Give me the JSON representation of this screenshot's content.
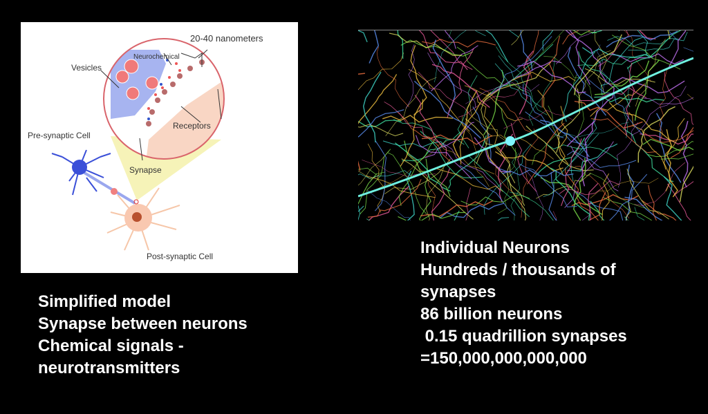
{
  "diagram": {
    "labels": {
      "nanometers": "20-40 nanometers",
      "neurochemical": "Neurochemical",
      "vesicles": "Vesicles",
      "receptors": "Receptors",
      "pre_synaptic": "Pre-synaptic Cell",
      "synapse": "Synapse",
      "post_synaptic": "Post-synaptic Cell"
    }
  },
  "left_caption": [
    "Simplified model",
    "Synapse between neurons",
    "Chemical signals -",
    "neurotransmitters"
  ],
  "right_caption": [
    "Individual Neurons",
    "Hundreds / thousands of",
    "synapses",
    "86 billion neurons",
    " 0.15 quadrillion synapses",
    "=150,000,000,000,000"
  ]
}
